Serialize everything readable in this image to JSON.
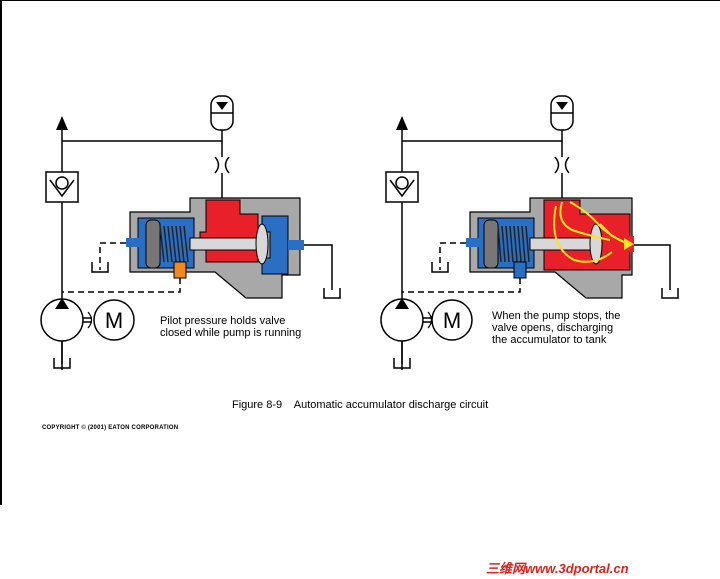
{
  "captions": {
    "left": [
      "Pilot pressure holds valve",
      "closed while pump is running"
    ],
    "right": [
      "When the pump stops, the",
      "valve opens, discharging",
      "the accumulator to tank"
    ]
  },
  "figure_caption": "Figure 8-9    Automatic accumulator discharge circuit",
  "copyright": "COPYRIGHT © (2001) EATON CORPORATION",
  "motor_symbol_text": "M",
  "watermark": "三维网www.3dportal.cn",
  "colors": {
    "red": "#e8202a",
    "blue": "#2a6fc4",
    "gray": "#a8a8a8",
    "orange": "#f08a1e",
    "yellow": "#ffe21a"
  }
}
